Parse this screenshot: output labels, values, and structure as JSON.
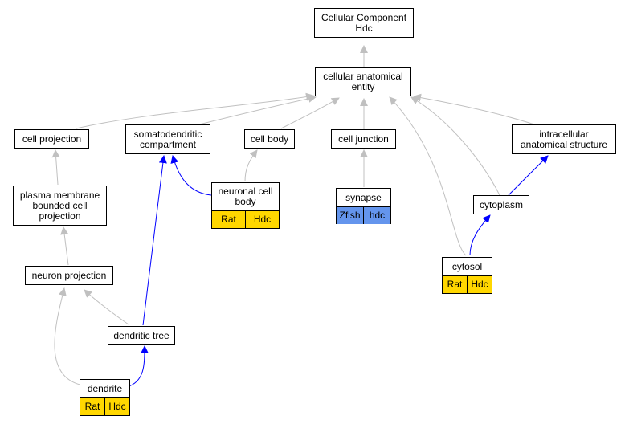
{
  "nodes": {
    "cellular_component": {
      "label": "Cellular Component\nHdc"
    },
    "cellular_anatomical_entity": {
      "label": "cellular anatomical\nentity"
    },
    "cell_projection": {
      "label": "cell projection"
    },
    "somatodendritic_compartment": {
      "label": "somatodendritic\ncompartment"
    },
    "cell_body": {
      "label": "cell body"
    },
    "cell_junction": {
      "label": "cell junction"
    },
    "intracellular_anatomical_structure": {
      "label": "intracellular\nanatomical structure"
    },
    "plasma_membrane_bounded_cell_projection": {
      "label": "plasma membrane\nbounded cell\nprojection"
    },
    "neuronal_cell_body": {
      "label": "neuronal cell\nbody",
      "annotations": [
        "Rat",
        "Hdc"
      ]
    },
    "synapse": {
      "label": "synapse",
      "annotations": [
        "Zfish",
        "hdc"
      ]
    },
    "cytoplasm": {
      "label": "cytoplasm"
    },
    "cytosol": {
      "label": "cytosol",
      "annotations": [
        "Rat",
        "Hdc"
      ]
    },
    "neuron_projection": {
      "label": "neuron projection"
    },
    "dendritic_tree": {
      "label": "dendritic tree"
    },
    "dendrite": {
      "label": "dendrite",
      "annotations": [
        "Rat",
        "Hdc"
      ]
    }
  },
  "edges": [
    {
      "from": "cellular_anatomical_entity",
      "to": "cellular_component",
      "relation": "is_a"
    },
    {
      "from": "cell_projection",
      "to": "cellular_anatomical_entity",
      "relation": "is_a"
    },
    {
      "from": "somatodendritic_compartment",
      "to": "cellular_anatomical_entity",
      "relation": "is_a"
    },
    {
      "from": "cell_body",
      "to": "cellular_anatomical_entity",
      "relation": "is_a"
    },
    {
      "from": "cell_junction",
      "to": "cellular_anatomical_entity",
      "relation": "is_a"
    },
    {
      "from": "intracellular_anatomical_structure",
      "to": "cellular_anatomical_entity",
      "relation": "is_a"
    },
    {
      "from": "cytoplasm",
      "to": "cellular_anatomical_entity",
      "relation": "is_a"
    },
    {
      "from": "cytosol",
      "to": "cellular_anatomical_entity",
      "relation": "is_a"
    },
    {
      "from": "plasma_membrane_bounded_cell_projection",
      "to": "cell_projection",
      "relation": "is_a"
    },
    {
      "from": "neuron_projection",
      "to": "plasma_membrane_bounded_cell_projection",
      "relation": "is_a"
    },
    {
      "from": "dendritic_tree",
      "to": "neuron_projection",
      "relation": "is_a"
    },
    {
      "from": "dendrite",
      "to": "neuron_projection",
      "relation": "is_a"
    },
    {
      "from": "neuronal_cell_body",
      "to": "cell_body",
      "relation": "is_a"
    },
    {
      "from": "synapse",
      "to": "cell_junction",
      "relation": "is_a"
    },
    {
      "from": "neuronal_cell_body",
      "to": "somatodendritic_compartment",
      "relation": "part_of"
    },
    {
      "from": "dendritic_tree",
      "to": "somatodendritic_compartment",
      "relation": "part_of"
    },
    {
      "from": "dendrite",
      "to": "dendritic_tree",
      "relation": "part_of"
    },
    {
      "from": "cytoplasm",
      "to": "intracellular_anatomical_structure",
      "relation": "part_of"
    },
    {
      "from": "cytosol",
      "to": "cytoplasm",
      "relation": "part_of"
    }
  ],
  "colors": {
    "is_a_edge": "#c0c0c0",
    "part_of_edge": "#0000ff",
    "rat_fill": "#FFD700",
    "zfish_fill": "#6495ED"
  }
}
